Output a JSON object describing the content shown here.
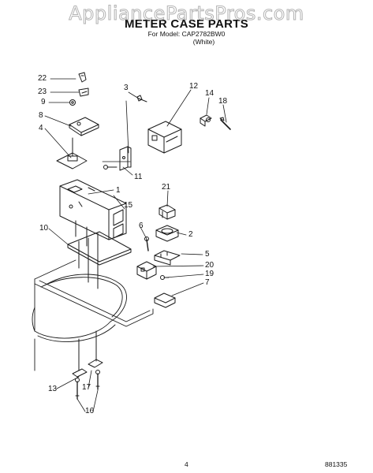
{
  "watermark": "AppliancePartsPros.com",
  "title": "METER CASE PARTS",
  "model_line": "For Model: CAP2782BW0",
  "color_line": "(White)",
  "callouts": [
    "22",
    "23",
    "9",
    "8",
    "4",
    "3",
    "12",
    "14",
    "18",
    "11",
    "21",
    "1",
    "15",
    "10",
    "6",
    "2",
    "5",
    "20",
    "19",
    "7",
    "13",
    "17",
    "16"
  ],
  "page_number": "4",
  "doc_code": "881335"
}
